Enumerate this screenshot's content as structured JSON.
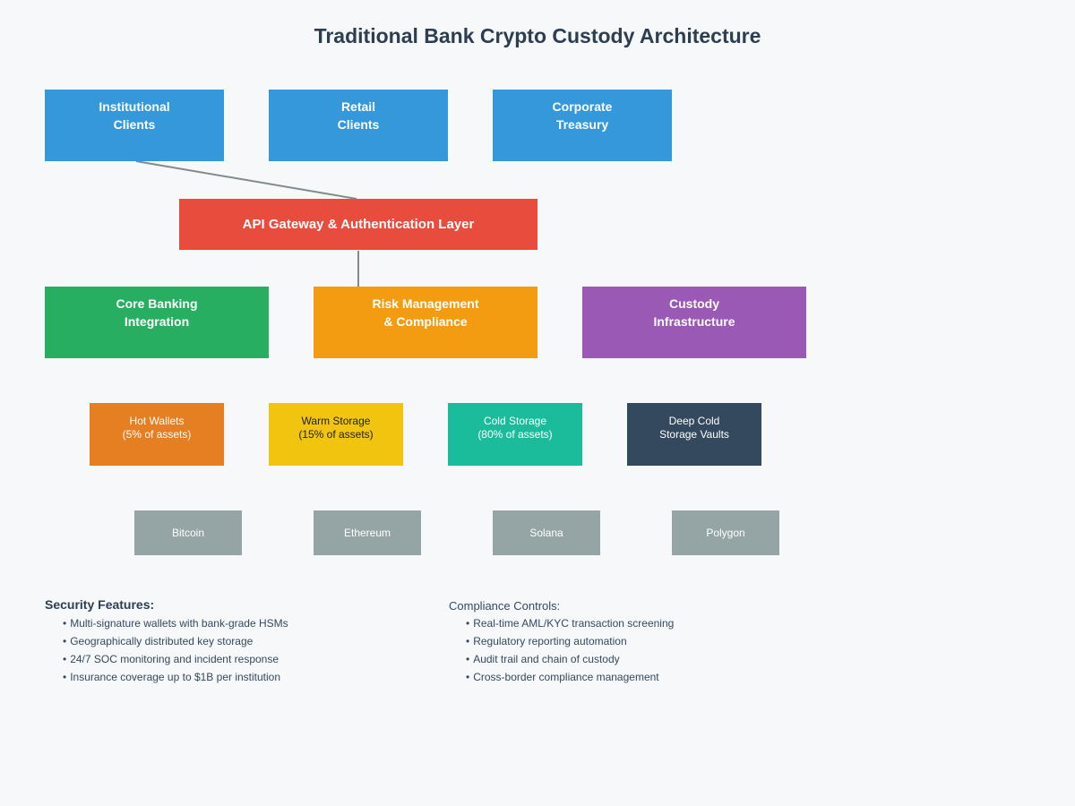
{
  "page": {
    "title": "Traditional Bank Crypto Custody Architecture",
    "background": "#f7f8fa"
  },
  "bullet_char": "•",
  "connector_color": "#7f8c8d",
  "clients": [
    {
      "line1": "Institutional",
      "line2": "Clients",
      "bg": "#3498db",
      "fg": "#ffffff"
    },
    {
      "line1": "Retail",
      "line2": "Clients",
      "bg": "#3498db",
      "fg": "#ffffff"
    },
    {
      "line1": "Corporate",
      "line2": "Treasury",
      "bg": "#3498db",
      "fg": "#ffffff"
    }
  ],
  "gateway": {
    "label": "API Gateway & Authentication Layer",
    "bg": "#e74c3c",
    "fg": "#ffffff"
  },
  "services": [
    {
      "line1": "Core Banking",
      "line2": "Integration",
      "bg": "#27ae60",
      "fg": "#ffffff"
    },
    {
      "line1": "Risk Management",
      "line2": "& Compliance",
      "bg": "#f39c12",
      "fg": "#ffffff"
    },
    {
      "line1": "Custody",
      "line2": "Infrastructure",
      "bg": "#9b59b6",
      "fg": "#ffffff"
    }
  ],
  "storage": [
    {
      "line1": "Hot Wallets",
      "line2": "(5% of assets)",
      "bg": "#e67e22",
      "fg": "#ffffff"
    },
    {
      "line1": "Warm Storage",
      "line2": "(15% of assets)",
      "bg": "#f1c40f",
      "fg": "#222222"
    },
    {
      "line1": "Cold Storage",
      "line2": "(80% of assets)",
      "bg": "#1abc9c",
      "fg": "#ffffff"
    },
    {
      "line1": "Deep Cold",
      "line2": "Storage Vaults",
      "bg": "#34495e",
      "fg": "#ffffff"
    }
  ],
  "blockchains": [
    {
      "label": "Bitcoin",
      "bg": "#95a5a6",
      "fg": "#ffffff"
    },
    {
      "label": "Ethereum",
      "bg": "#95a5a6",
      "fg": "#ffffff"
    },
    {
      "label": "Solana",
      "bg": "#95a5a6",
      "fg": "#ffffff"
    },
    {
      "label": "Polygon",
      "bg": "#95a5a6",
      "fg": "#ffffff"
    }
  ],
  "security": {
    "heading": "Security Features:",
    "items": [
      "Multi-signature wallets with bank-grade HSMs",
      "Geographically distributed key storage",
      "24/7 SOC monitoring and incident response",
      "Insurance coverage up to $1B per institution"
    ]
  },
  "compliance": {
    "heading": "Compliance Controls:",
    "items": [
      "Real-time AML/KYC transaction screening",
      "Regulatory reporting automation",
      "Audit trail and chain of custody",
      "Cross-border compliance management"
    ]
  }
}
